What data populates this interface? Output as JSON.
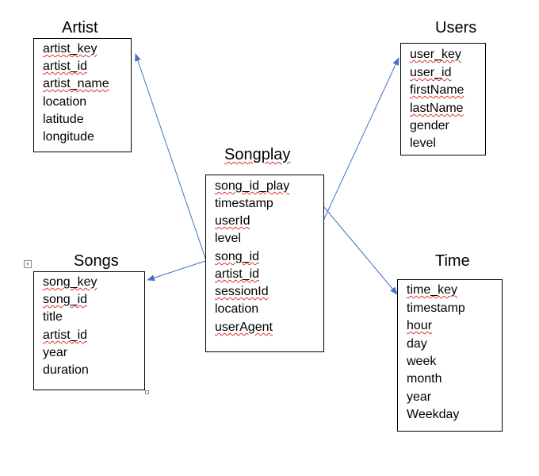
{
  "entities": {
    "artist": {
      "title": "Artist",
      "fields": [
        "artist_key",
        "artist_id",
        "artist_name",
        "location",
        "latitude",
        "longitude"
      ]
    },
    "users": {
      "title": "Users",
      "fields": [
        "user_key",
        "user_id",
        "firstName",
        "lastName",
        "gender",
        "level"
      ]
    },
    "songplay": {
      "title": "Songplay",
      "fields": [
        "song_id_play",
        "timestamp",
        "userId",
        "level",
        "song_id",
        "artist_id",
        "sessionId",
        "location",
        "userAgent"
      ]
    },
    "songs": {
      "title": "Songs",
      "fields": [
        "song_key",
        "song_id",
        "title",
        "artist_id",
        "year",
        "duration"
      ]
    },
    "time": {
      "title": "Time",
      "fields": [
        "time_key",
        "timestamp",
        "hour",
        "day",
        "week",
        "month",
        "year",
        "Weekday"
      ]
    }
  },
  "relationships": [
    {
      "from": "songplay",
      "to": "artist"
    },
    {
      "from": "songplay",
      "to": "users"
    },
    {
      "from": "songplay",
      "to": "songs"
    },
    {
      "from": "songplay",
      "to": "time"
    }
  ],
  "colors": {
    "arrow": "#4472c4",
    "spellcheck": "#dd3333"
  }
}
